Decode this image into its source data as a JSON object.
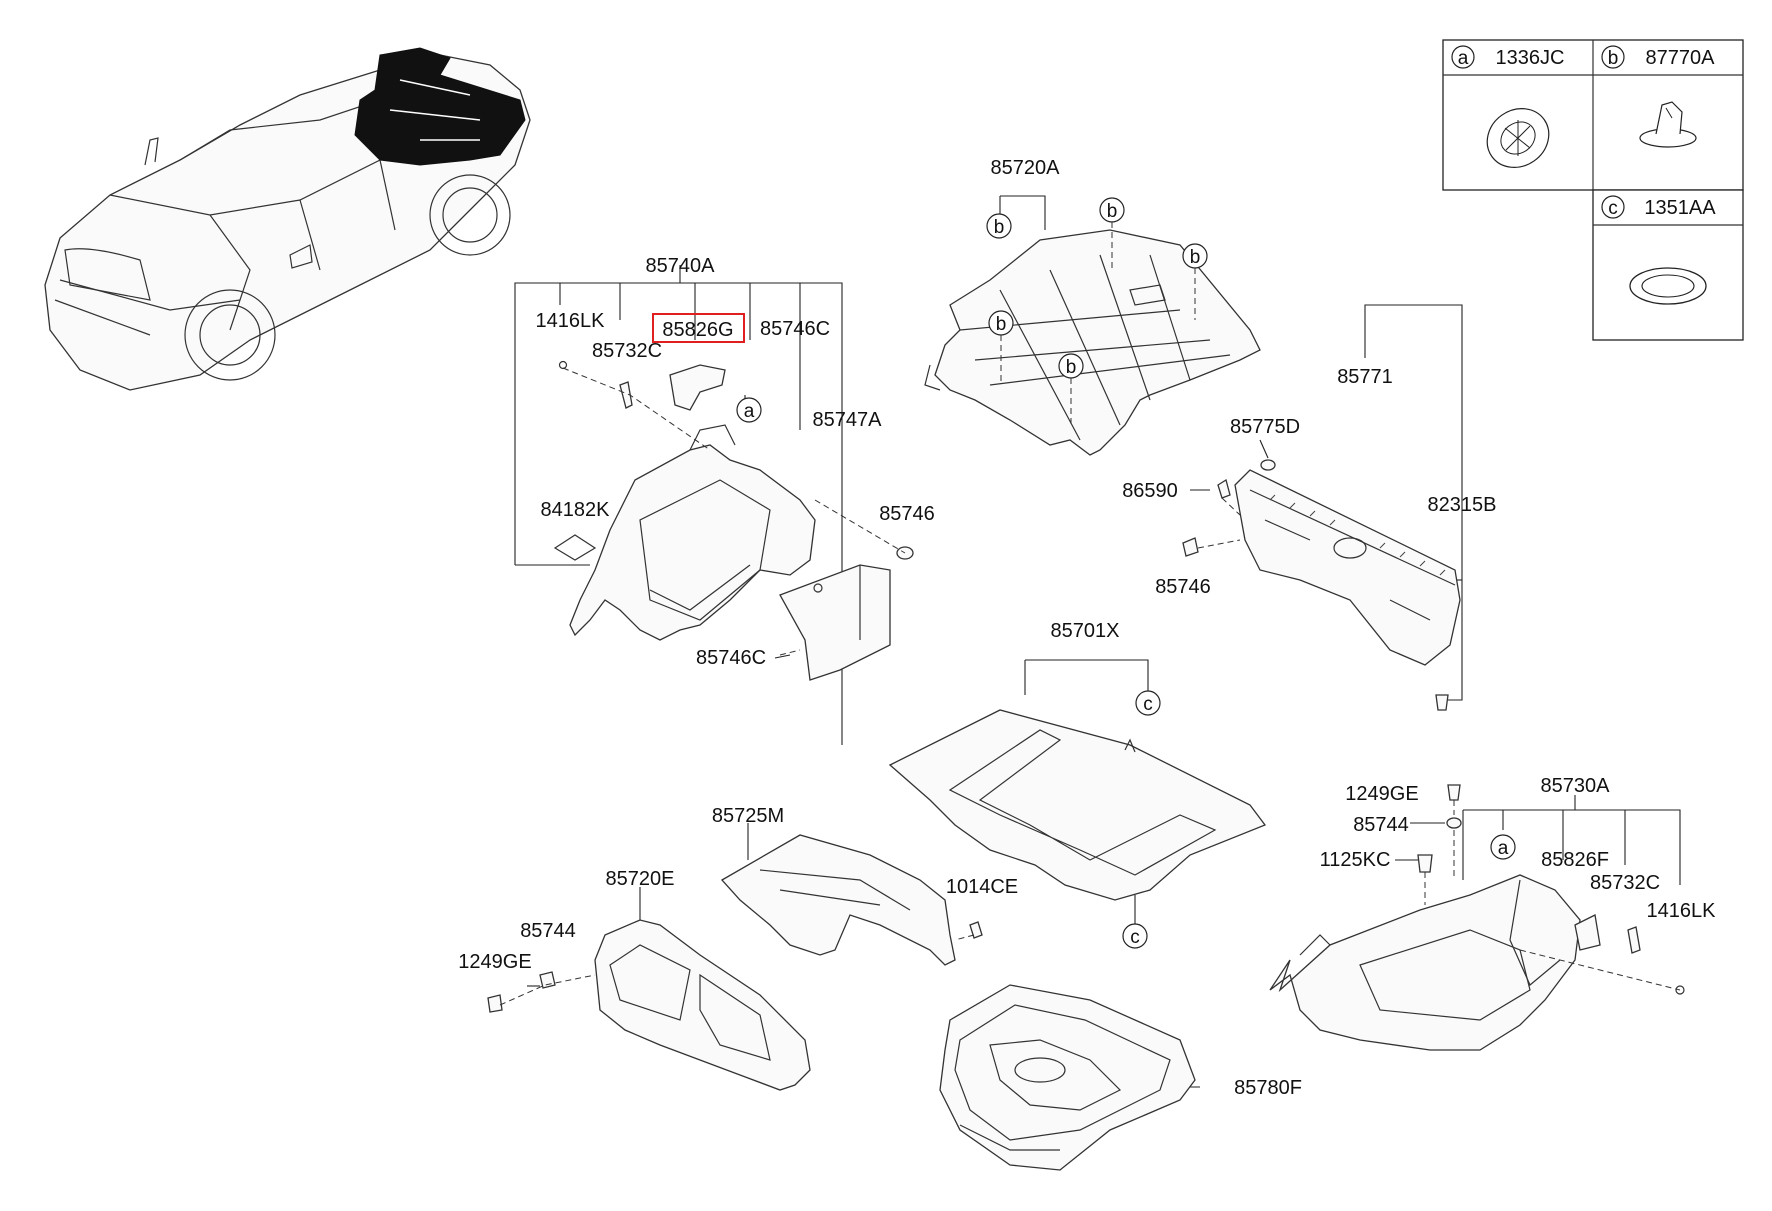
{
  "highlight_color": "#e02020",
  "highlighted_part": "85826G",
  "labels": {
    "p85740A": "85740A",
    "p1416LK_l": "1416LK",
    "p85826G": "85826G",
    "p85746C_t": "85746C",
    "p85732C_l": "85732C",
    "p85747A": "85747A",
    "p84182K": "84182K",
    "p85746_l": "85746",
    "p85746C_b": "85746C",
    "p85720A": "85720A",
    "p85771": "85771",
    "p85775D": "85775D",
    "p86590": "86590",
    "p82315B": "82315B",
    "p85746_r": "85746",
    "p85701X": "85701X",
    "p85725M": "85725M",
    "p85720E": "85720E",
    "p1014CE": "1014CE",
    "p85744_l": "85744",
    "p1249GE_l": "1249GE",
    "p85780F": "85780F",
    "p85730A": "85730A",
    "p1249GE_r": "1249GE",
    "p85744_r": "85744",
    "p1125KC": "1125KC",
    "p85826F": "85826F",
    "p85732C_r": "85732C",
    "p1416LK_r": "1416LK"
  },
  "letters": {
    "a": "a",
    "b": "b",
    "c": "c"
  },
  "legend": [
    {
      "letter": "a",
      "part": "1336JC"
    },
    {
      "letter": "b",
      "part": "87770A"
    },
    {
      "letter": "c",
      "part": "1351AA"
    }
  ],
  "icons": [
    "vehicle-outline-icon",
    "clip-washer-icon",
    "push-clip-icon",
    "grommet-ring-icon"
  ]
}
